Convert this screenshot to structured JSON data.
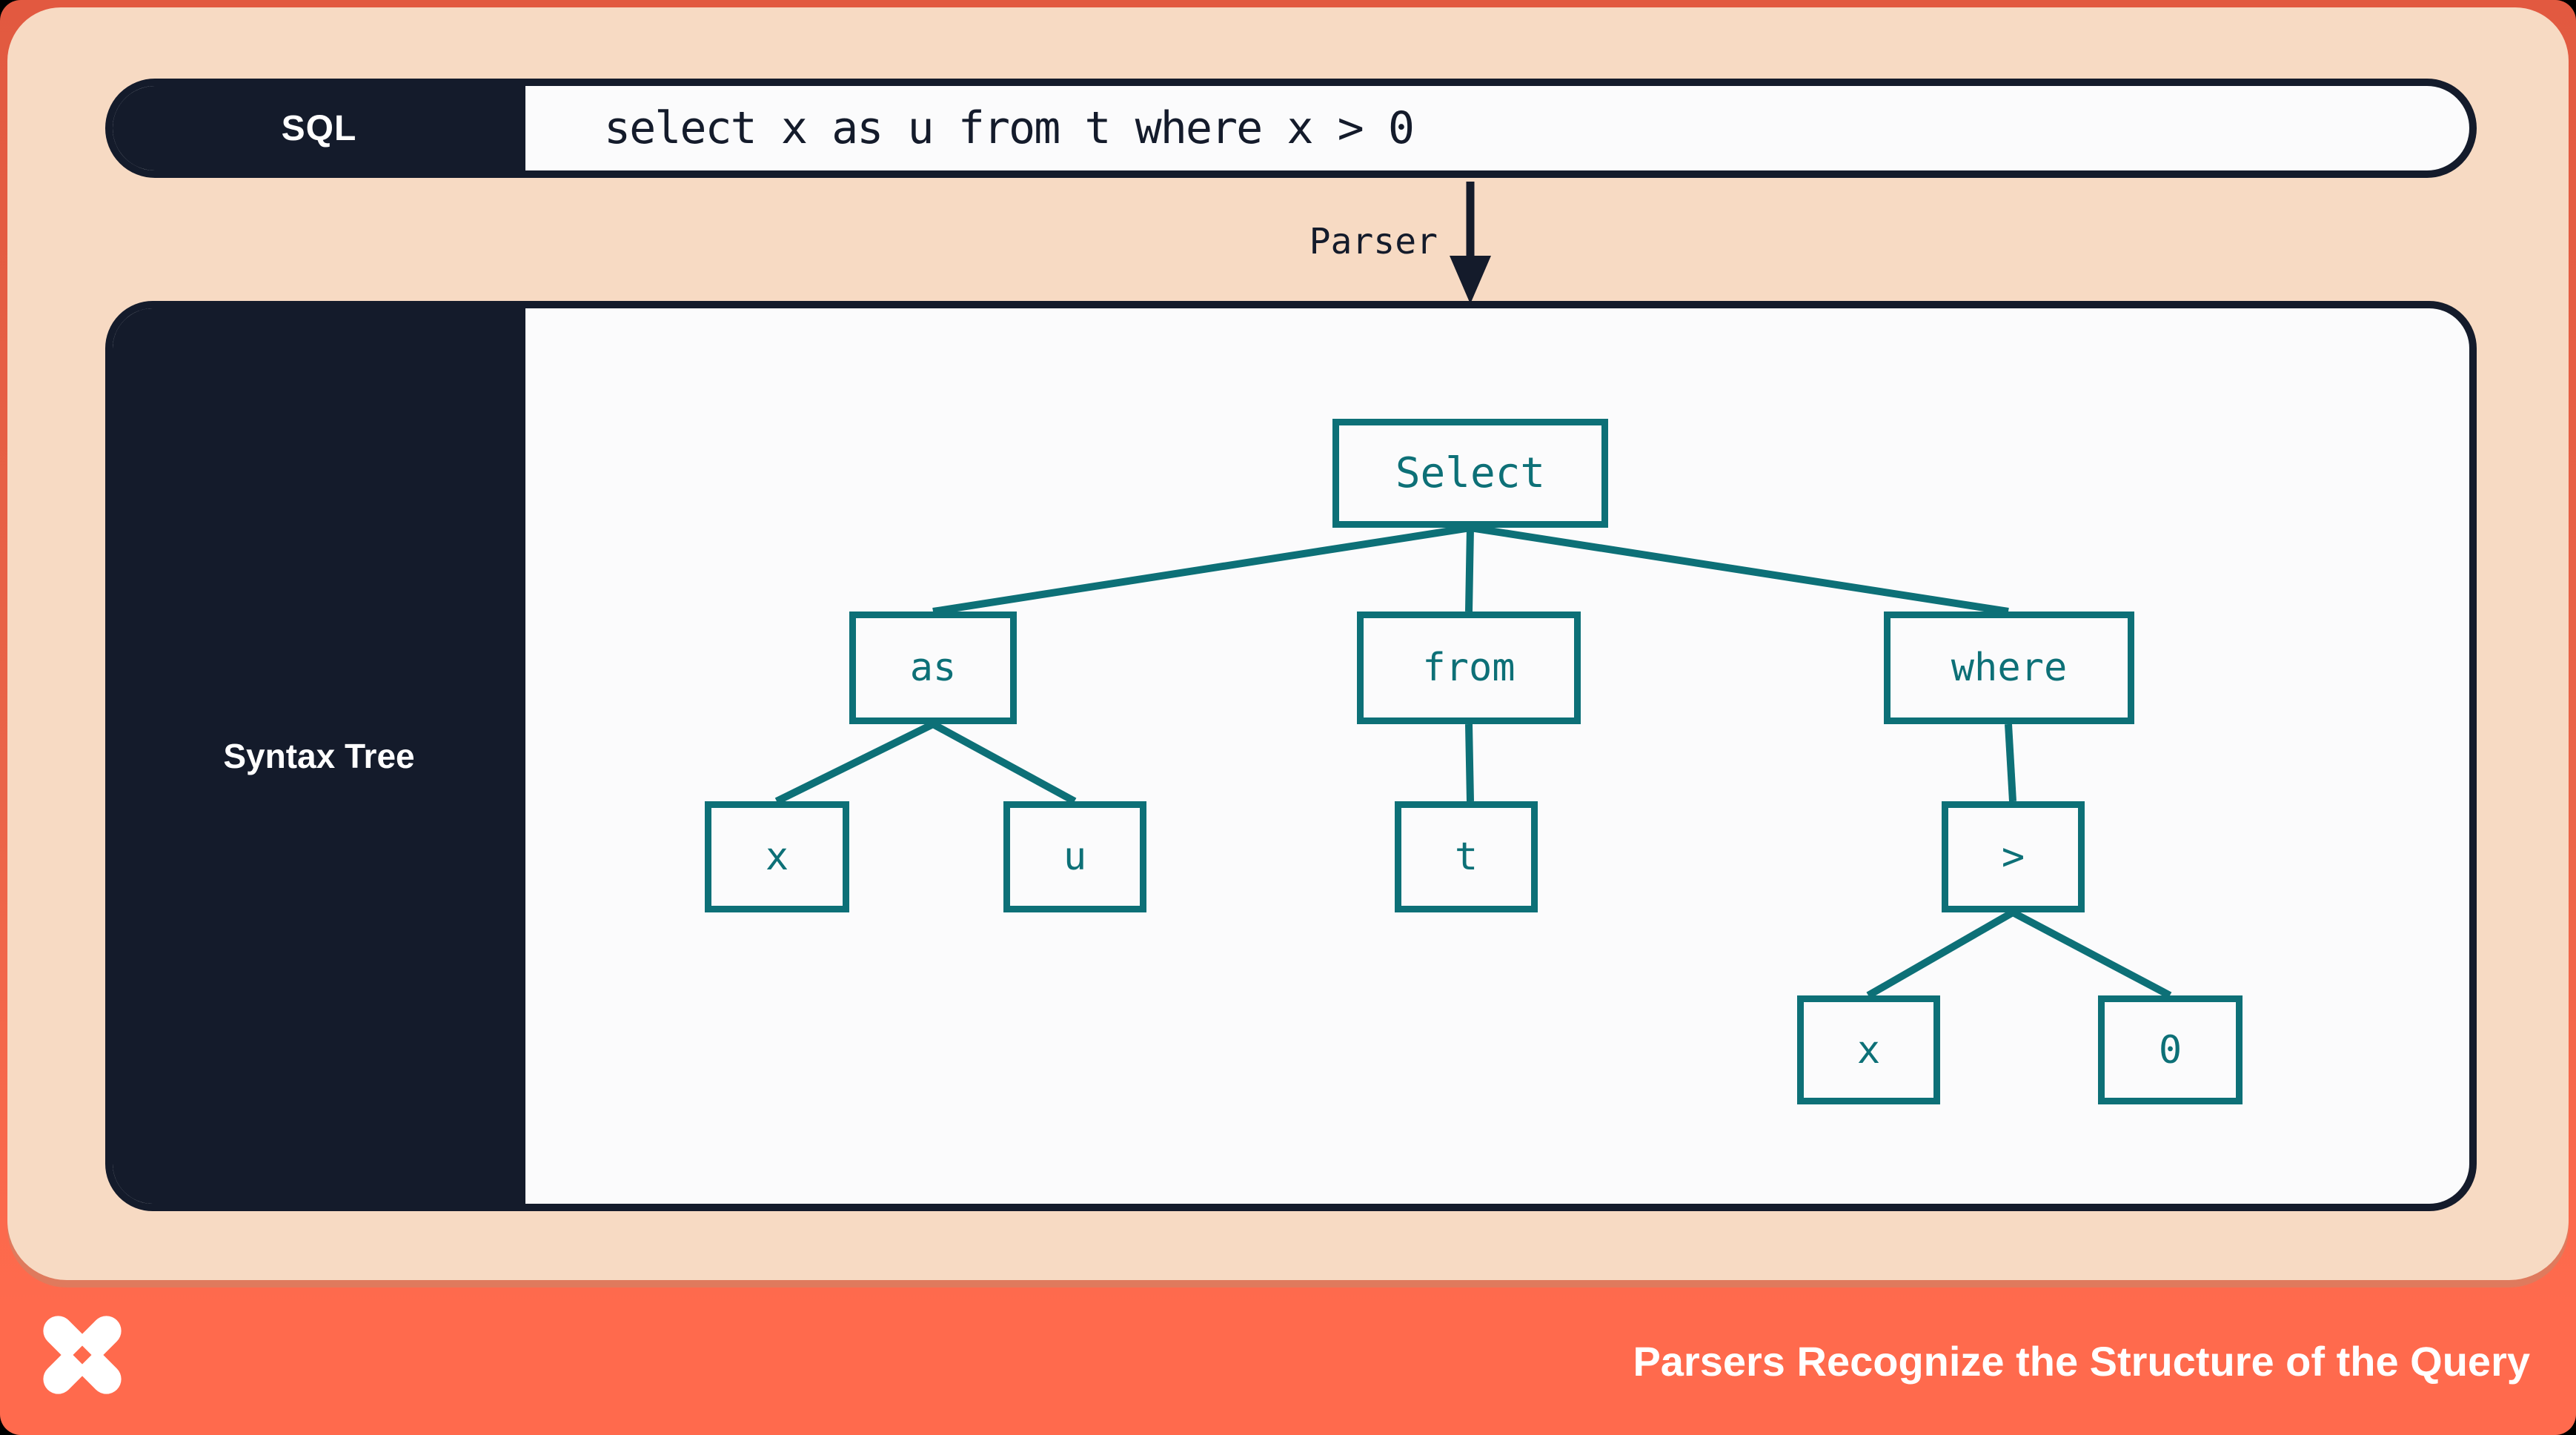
{
  "sql_bar": {
    "label": "SQL",
    "query": "select x as u from t where x > 0"
  },
  "parser": {
    "label": "Parser"
  },
  "tree_panel": {
    "label": "Syntax Tree",
    "nodes": [
      {
        "id": "select",
        "label": "Select",
        "parent": null
      },
      {
        "id": "as",
        "label": "as",
        "parent": "select"
      },
      {
        "id": "from",
        "label": "from",
        "parent": "select"
      },
      {
        "id": "where",
        "label": "where",
        "parent": "select"
      },
      {
        "id": "x1",
        "label": "x",
        "parent": "as"
      },
      {
        "id": "u",
        "label": "u",
        "parent": "as"
      },
      {
        "id": "t",
        "label": "t",
        "parent": "from"
      },
      {
        "id": "gt",
        "label": ">",
        "parent": "where"
      },
      {
        "id": "x2",
        "label": "x",
        "parent": "gt"
      },
      {
        "id": "zero",
        "label": "0",
        "parent": "gt"
      }
    ]
  },
  "footer": {
    "caption": "Parsers Recognize the Structure of the Query",
    "logo": "x-star-logo"
  },
  "colors": {
    "navy": "#141b2b",
    "teal": "#0d7077",
    "peach": "#f7dac3",
    "coral": "#ff6a4d",
    "coral_dark": "#e25940",
    "paper": "#fbfbfc"
  }
}
